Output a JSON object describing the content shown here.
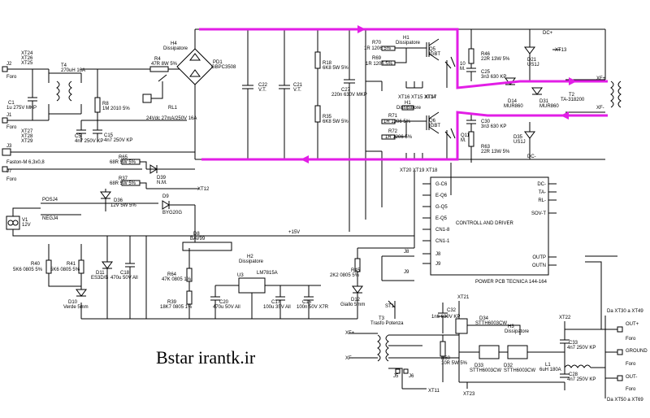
{
  "watermark": "Bstar  irantk.ir",
  "connectors": {
    "j2": "J2",
    "j2_foro": "Foro",
    "j1": "J1",
    "j1_foro": "Foro",
    "j3": "J3",
    "j3_faston": "Faston-M 6,3x0,8",
    "j7": "J7",
    "j7_foro": "Foro",
    "xt24": "XT24",
    "xt26": "XT26",
    "xt25": "XT25",
    "xt27": "XT27",
    "xt28": "XT28",
    "xt29": "XT29",
    "xt12": "XT12",
    "xt11": "XT11",
    "xt13": "XT13",
    "xt17": "XT17",
    "xt21": "XT21",
    "xt22": "XT22",
    "xt23": "XT23",
    "xt_top": "XT16 XT15 XT14",
    "xt_bot": "XT20 XT19 XT18",
    "xt30": "Da XT30 a XT49",
    "xt50": "Da XT50 a XT69"
  },
  "components": {
    "t4": "T4",
    "t4_val": "270uH 16A",
    "c1": "C1",
    "c1_val": "1u 275V MKP",
    "c5": "C5",
    "c5_val": "4n7 250V KP",
    "c15": "C15",
    "c15_val": "4n7 250V KP",
    "r8": "R8",
    "r8_val": "1M 2010 5%",
    "r4": "R4",
    "r4_val": "47R 8W 5%",
    "h4": "H4",
    "h4_val": "Dissipatore",
    "pd1": "PD1",
    "pd1_val": "GBPC3508",
    "rl1": "RL1",
    "rl1_val": "24Vdc 27mA/250V 16A",
    "c22": "C22",
    "c22_val": "V.T.",
    "c21": "C21",
    "c21_val": "V.T.",
    "r18": "R18",
    "r18_val": "6K8 5W 5%",
    "r35": "R35",
    "r35_val": "6K8 5W 5%",
    "c27": "C27",
    "c27_val": "220n 630V MKP",
    "r70": "R70",
    "r70_val": "1R 1206 5%",
    "r69": "R69",
    "r69_val": "1R 1206 5%",
    "h1": "H1",
    "h1_val": "Dissipatore",
    "q5": "Q5",
    "q5_val": "IGBT",
    "q10": "10",
    "q10_val": "M.",
    "r71": "R71",
    "r71_val": "1R 1206 5%",
    "r72": "R72",
    "r72_val": "1R 1206 5%",
    "q6": "Q6",
    "q6_val": "IGBT",
    "q11": "Q11",
    "q11_val": "M.",
    "r46": "R46",
    "r46_val": "22R 13W 5%",
    "c25": "C25",
    "c25_val": "3n3 630 KP",
    "d21": "D21",
    "d21_val": "US1J",
    "d14": "D14",
    "d14_val": "MUR860",
    "d31": "D31",
    "d31_val": "MUR860",
    "t2": "T2",
    "t2_val": "TA-318200",
    "xf_plus": "XF+",
    "xf_minus": "XF-",
    "c30": "C30",
    "c30_val": "3n3 630 KP",
    "d35": "D35",
    "d35_val": "US1J",
    "r63": "R63",
    "r63_val": "22R 13W 5%",
    "dc_plus": "DC+",
    "dc_minus": "DC-",
    "r65": "R65",
    "r65_val": "68R 5W 5%",
    "r37": "R37",
    "r37_val": "68R 5W 5%",
    "d39": "D39",
    "d39_val": "N.M.",
    "d9": "D9",
    "d9_val": "BYG20G",
    "d36": "D36",
    "d36_val": "12V 5W 5%",
    "posj4": "POSJ4",
    "negj4": "NEGJ4",
    "v1": "V1",
    "v1_val": "12V",
    "r40": "R40",
    "r40_val": "5K6 0805 5%",
    "r41": "R41",
    "r41_val": "5K6 0805 5%",
    "d11": "D11",
    "d11_val": "ES3D/B",
    "c18": "C18",
    "c18_val": "470u 50V All",
    "d10": "D10",
    "d10_val": "Verde 5mm",
    "d8": "D8",
    "d8_val": "BAV99",
    "vplus15": "+15V",
    "h2": "H2",
    "h2_val": "Dissipatore",
    "u3": "U3",
    "u3_val": "LM7815A",
    "r64": "R64",
    "r64_val": "47K 0805 1%",
    "r39": "R39",
    "r39_val": "18K7 0805 1%",
    "c20": "C20",
    "c20_val": "470u 50V All",
    "c17": "C17",
    "c17_val": "100u 35V All",
    "c16": "C16",
    "c16_val": "100n 50V X7R",
    "r45": "R45",
    "r45_val": "2K2 0805 5%",
    "d12": "D12",
    "d12_val": "Giallo 5mm",
    "j8": "J8",
    "j9": "J9",
    "st1": "ST1",
    "t3": "T3",
    "t3_val": "Trasfo Potenza",
    "c32": "C32",
    "c32_val": "1n6 630V KP",
    "r60": "R60",
    "r60_val": "10R 5W 5%",
    "d34": "D34",
    "d34_val": "STTH6003CW",
    "h3": "H3",
    "h3_val": "Dissipatore",
    "d33": "D33",
    "d33_val": "STTH6003CW",
    "d32": "D32",
    "d32_val": "STTH6003CW",
    "c33": "C33",
    "c33_val": "4n7 250V KP",
    "c28": "C28",
    "c28_val": "4n7 250V KP",
    "l1": "L1",
    "l1_val": "6uH 180A",
    "j5": "J5",
    "j6": "J6"
  },
  "outputs": {
    "out_plus": "OUT+",
    "foro1": "Foro",
    "ground": "GROUND",
    "foro2": "Foro",
    "out_minus": "OUT-",
    "foro3": "Foro"
  },
  "controller": {
    "title": "CONTROLL AND DRIVER",
    "board": "POWER PCB TECNICA 144-164",
    "pins_left": [
      "G-C6",
      "E-Q6",
      "G-Q5",
      "E-Q5",
      "CN1-8",
      "CN1-1",
      "J8",
      "J9"
    ],
    "pins_right": [
      "DC-",
      "TA-",
      "RL-",
      "SOV-T",
      "OUTP",
      "OUTN"
    ]
  },
  "colors": {
    "highlight": "#e21ee6",
    "wire": "#000000"
  }
}
